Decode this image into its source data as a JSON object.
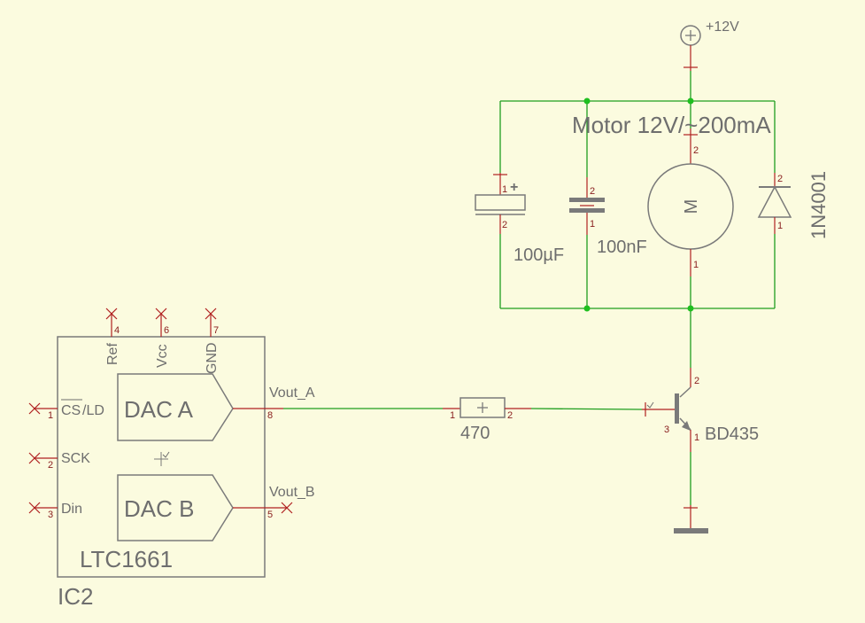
{
  "supply": {
    "label": "+12V"
  },
  "motor": {
    "title": "Motor 12V/~200mA",
    "symbol": "M",
    "pin_top": "2",
    "pin_bottom": "1"
  },
  "cap_electrolytic": {
    "value": "100µF",
    "pin_plus": "1",
    "pin_minus": "2"
  },
  "cap_ceramic": {
    "value": "100nF",
    "pin_top": "2",
    "pin_bottom": "1"
  },
  "diode": {
    "part": "1N4001",
    "pin_top": "2",
    "pin_bottom": "1"
  },
  "resistor": {
    "value": "470",
    "pin_left": "1",
    "pin_right": "2"
  },
  "transistor": {
    "part": "BD435",
    "pin_collector": "2",
    "pin_base": "3",
    "pin_emitter": "1"
  },
  "ic": {
    "name": "IC2",
    "part": "LTC1661",
    "dac_a": "DAC A",
    "dac_b": "DAC B",
    "pins": {
      "cs_ld": {
        "name": "CS/LD",
        "cs_overline": "CS",
        "ld": "/LD",
        "num": "1"
      },
      "sck": {
        "name": "SCK",
        "num": "2"
      },
      "din": {
        "name": "Din",
        "num": "3"
      },
      "ref": {
        "name": "Ref",
        "num": "4"
      },
      "vcc": {
        "name": "Vcc",
        "num": "6"
      },
      "gnd": {
        "name": "GND",
        "num": "7"
      },
      "vout_a": {
        "name": "Vout_A",
        "num": "8"
      },
      "vout_b": {
        "name": "Vout_B",
        "num": "5"
      }
    }
  }
}
